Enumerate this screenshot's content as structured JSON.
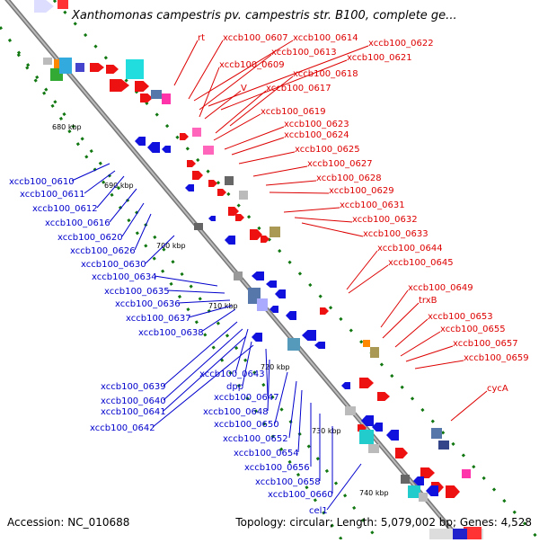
{
  "title": "Xanthomonas campestris pv. campestris str. B100, complete ge...",
  "footer": {
    "accession": "Accession: NC_010688",
    "summary": "Topology: circular; Length: 5,079,002 bp; Genes: 4,528"
  },
  "colors": {
    "forward": "#ee1111",
    "reverse": "#1111dd",
    "backbone": "#999999",
    "tick": "#117711",
    "label_fwd": "#dd0000",
    "label_rev": "#0000cc"
  },
  "ruler": [
    {
      "label": "680 kbp"
    },
    {
      "label": "690 kbp"
    },
    {
      "label": "700 kbp"
    },
    {
      "label": "710 kbp"
    },
    {
      "label": "720 kbp"
    },
    {
      "label": "730 kbp"
    },
    {
      "label": "740 kbp"
    }
  ],
  "forward_labels": [
    "rt",
    "xccb100_0607",
    "xccb100_0614",
    "xccb100_0622",
    "xccb100_0613",
    "xccb100_0621",
    "xccb100_0609",
    "xccb100_0618",
    "V",
    "xccb100_0617",
    "xccb100_0619",
    "xccb100_0623",
    "xccb100_0624",
    "xccb100_0625",
    "xccb100_0627",
    "xccb100_0628",
    "xccb100_0629",
    "xccb100_0631",
    "xccb100_0632",
    "xccb100_0633",
    "xccb100_0644",
    "xccb100_0645",
    "xccb100_0649",
    "trxB",
    "xccb100_0653",
    "xccb100_0655",
    "xccb100_0657",
    "xccb100_0659",
    "cycA"
  ],
  "reverse_labels": [
    "xccb100_0610",
    "xccb100_0611",
    "xccb100_0612",
    "xccb100_0616",
    "xccb100_0620",
    "xccb100_0626",
    "xccb100_0630",
    "xccb100_0634",
    "xccb100_0635",
    "xccb100_0636",
    "xccb100_0637",
    "xccb100_0638",
    "xccb100_0643",
    "xccb100_0639",
    "dpp",
    "xccb100_0640",
    "xccb100_0647",
    "xccb100_0641",
    "xccb100_0648",
    "xccb100_0642",
    "xccb100_0650",
    "xccb100_0652",
    "xccb100_0654",
    "xccb100_0656",
    "xccb100_0658",
    "xccb100_0660",
    "cel1"
  ]
}
